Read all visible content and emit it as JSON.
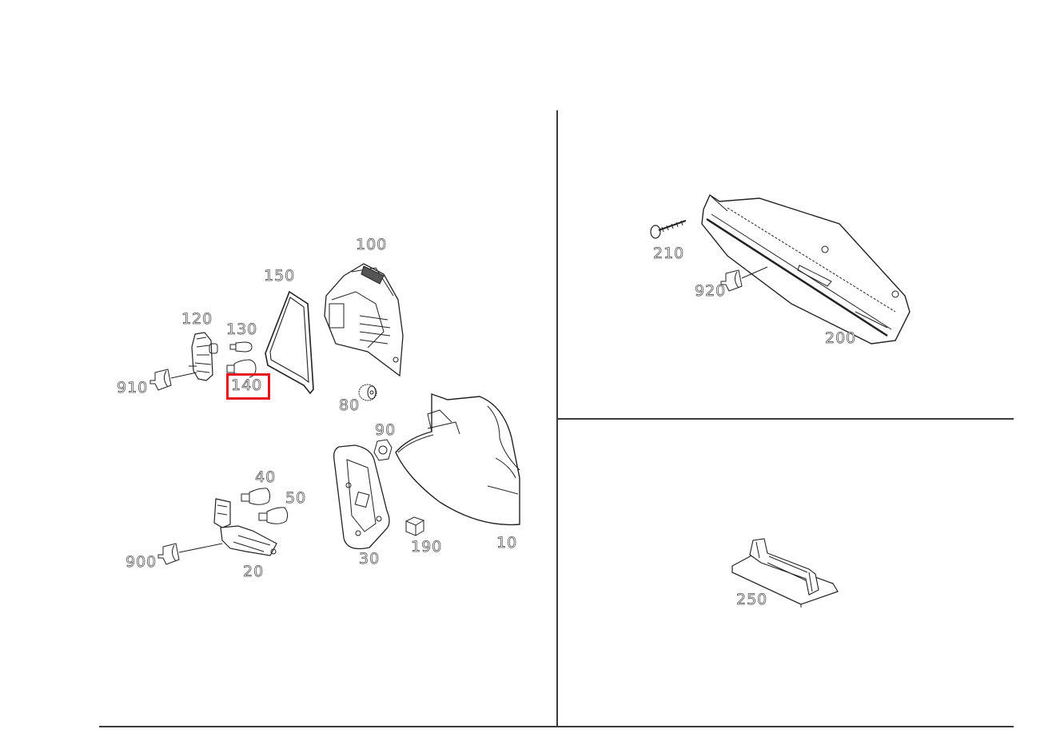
{
  "diagram": {
    "type": "exploded-parts-diagram",
    "highlight_color": "#e8141c",
    "line_color": "#3a3a3a",
    "selected_part": "140",
    "panels": [
      {
        "id": "left",
        "labels": [
          {
            "id": "100",
            "text": "100"
          },
          {
            "id": "150",
            "text": "150"
          },
          {
            "id": "120",
            "text": "120"
          },
          {
            "id": "130",
            "text": "130"
          },
          {
            "id": "910",
            "text": "910"
          },
          {
            "id": "140",
            "text": "140"
          },
          {
            "id": "80",
            "text": "80"
          },
          {
            "id": "90",
            "text": "90"
          },
          {
            "id": "40",
            "text": "40"
          },
          {
            "id": "50",
            "text": "50"
          },
          {
            "id": "900",
            "text": "900"
          },
          {
            "id": "20",
            "text": "20"
          },
          {
            "id": "30",
            "text": "30"
          },
          {
            "id": "190",
            "text": "190"
          },
          {
            "id": "10",
            "text": "10"
          }
        ]
      },
      {
        "id": "right-top",
        "labels": [
          {
            "id": "210",
            "text": "210"
          },
          {
            "id": "920",
            "text": "920"
          },
          {
            "id": "200",
            "text": "200"
          }
        ]
      },
      {
        "id": "right-bottom",
        "labels": [
          {
            "id": "250",
            "text": "250"
          }
        ]
      }
    ]
  }
}
